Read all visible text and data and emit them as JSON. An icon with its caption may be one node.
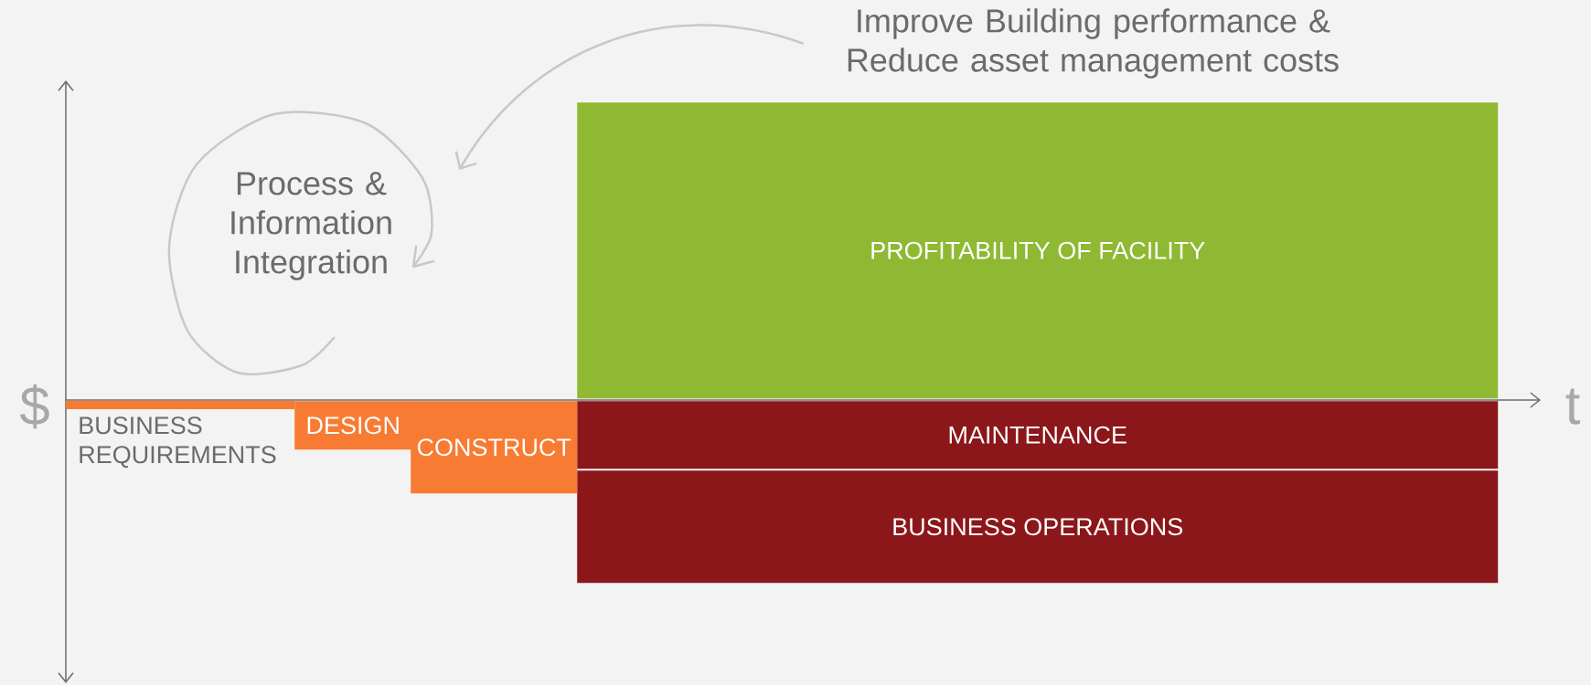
{
  "diagram": {
    "nodes": [
      {
        "text": [
          "Improve Building performance & Reduce asset management costs"
        ]
      },
      {
        "text": [
          "Process & Information Integration"
        ]
      },
      {
        "text": [
          "PROFITABILITY OF FACILITY"
        ]
      },
      {
        "text": [
          "MAINTENANCE"
        ]
      },
      {
        "text": [
          "BUSINESS OPERATIONS"
        ]
      },
      {
        "text": [
          "BUSINESS REQUIREMENTS"
        ]
      },
      {
        "text": [
          "DESIGN"
        ]
      },
      {
        "text": [
          "CONSTRUCT"
        ]
      }
    ],
    "edges": [
      {
        "from": 0,
        "to": 1,
        "arrow": "to"
      }
    ],
    "labels": [
      "$",
      "t"
    ]
  }
}
